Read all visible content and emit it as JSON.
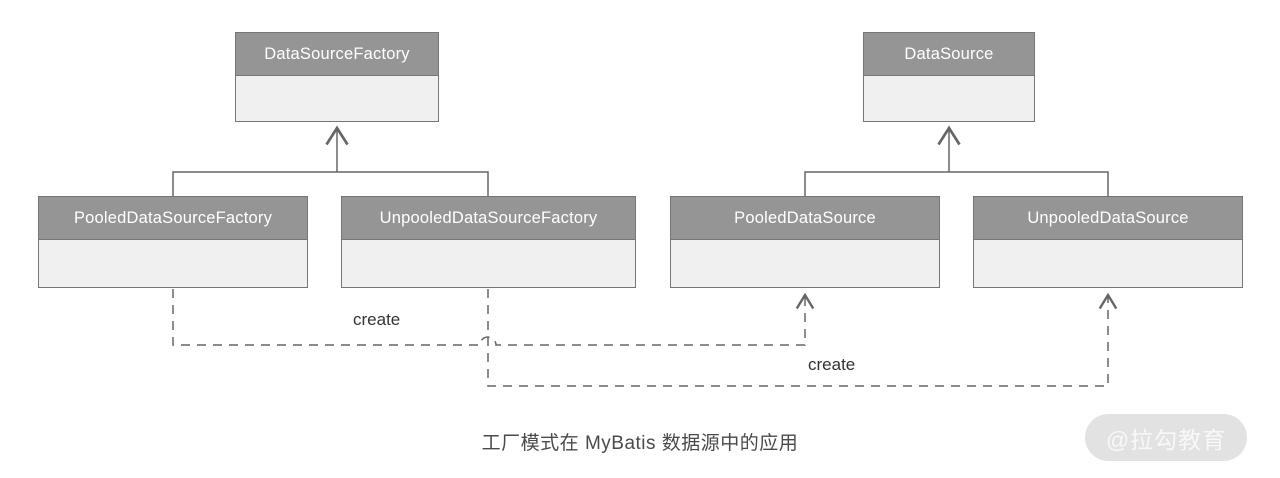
{
  "colors": {
    "header_bg": "#959595",
    "body_bg": "#f0f0f0",
    "box_border": "#767676",
    "line": "#666666",
    "create_text": "#333333",
    "caption_text": "#4a4a4a",
    "watermark_bg": "#e2e2e2",
    "watermark_text": "#f8f8f8"
  },
  "diagram": {
    "factories": {
      "parent": {
        "label": "DataSourceFactory"
      },
      "children": [
        {
          "label": "PooledDataSourceFactory"
        },
        {
          "label": "UnpooledDataSourceFactory"
        }
      ]
    },
    "datasources": {
      "parent": {
        "label": "DataSource"
      },
      "children": [
        {
          "label": "PooledDataSource"
        },
        {
          "label": "UnpooledDataSource"
        }
      ]
    },
    "relations": [
      {
        "type": "inheritance",
        "from": "PooledDataSourceFactory",
        "to": "DataSourceFactory"
      },
      {
        "type": "inheritance",
        "from": "UnpooledDataSourceFactory",
        "to": "DataSourceFactory"
      },
      {
        "type": "inheritance",
        "from": "PooledDataSource",
        "to": "DataSource"
      },
      {
        "type": "inheritance",
        "from": "UnpooledDataSource",
        "to": "DataSource"
      },
      {
        "type": "create",
        "from": "PooledDataSourceFactory",
        "to": "PooledDataSource",
        "label": "create"
      },
      {
        "type": "create",
        "from": "UnpooledDataSourceFactory",
        "to": "UnpooledDataSource",
        "label": "create"
      }
    ],
    "caption": "工厂模式在 MyBatis 数据源中的应用",
    "watermark": "@拉勾教育"
  }
}
